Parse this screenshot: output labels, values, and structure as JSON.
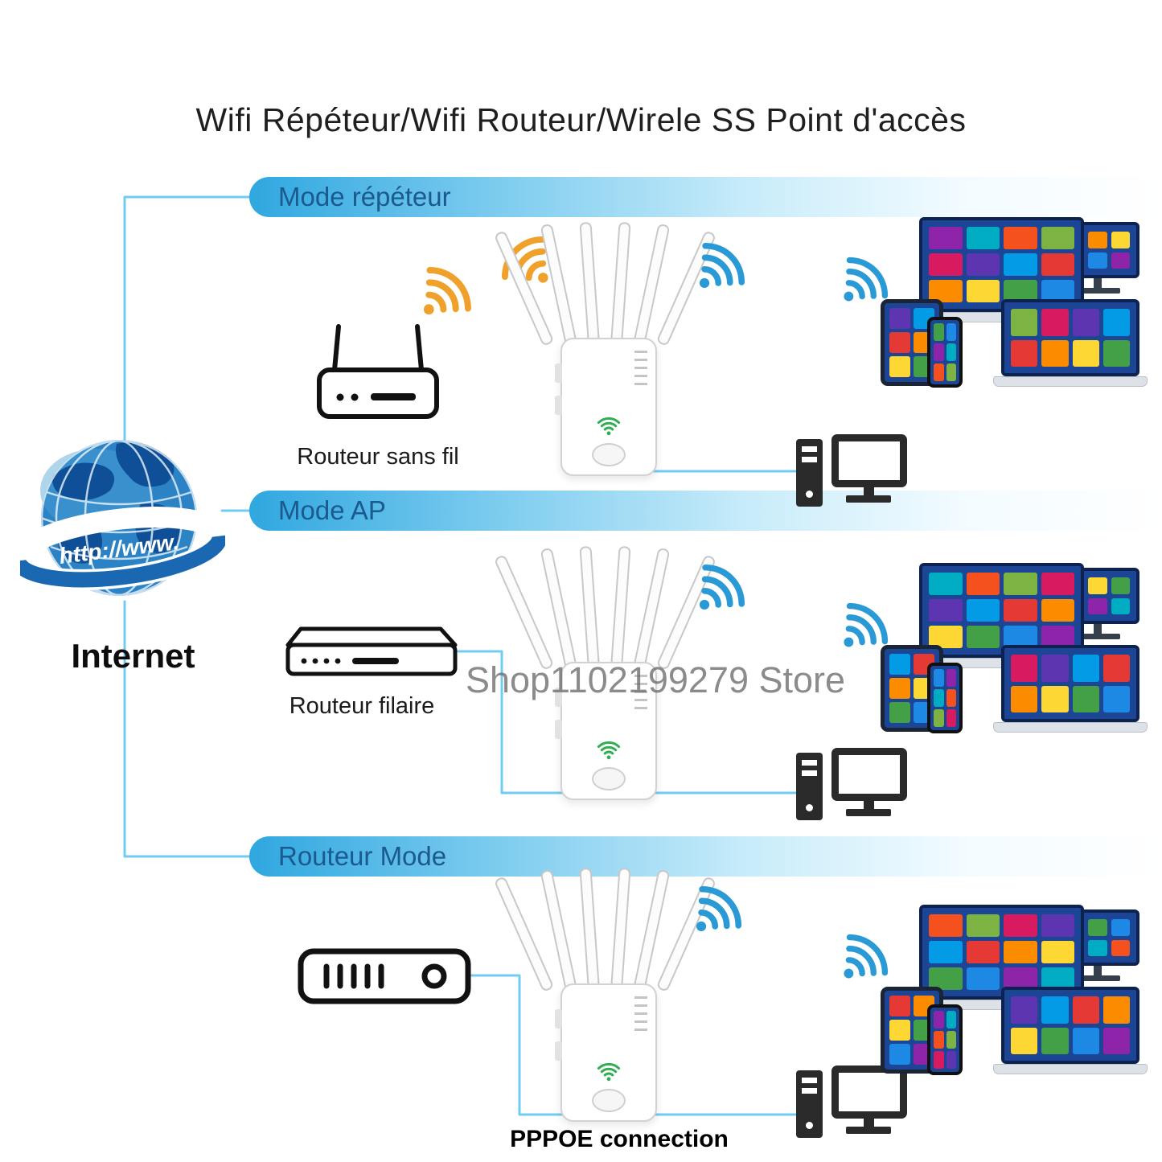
{
  "title": "Wifi Répéteur/Wifi Routeur/Wirele SS Point d'accès",
  "watermark": "Shop1102199279 Store",
  "internet": {
    "label": "Internet",
    "globe_banner": "http://www."
  },
  "modes": {
    "repeater": {
      "banner": "Mode répéteur",
      "source_label": "Routeur sans fil"
    },
    "ap": {
      "banner": "Mode AP",
      "source_label": "Routeur filaire"
    },
    "router": {
      "banner": "Routeur Mode",
      "source_label": "PPPOE connection"
    }
  },
  "colors": {
    "connection_line": "#70cdf1",
    "banner_blue": "#2fa7e0",
    "banner_text": "#1b5a8e",
    "wifi_orange": "#f0a12c",
    "wifi_blue": "#2a9ad6",
    "wifi_green": "#2fae52",
    "screen_blue": "#1d4596",
    "globe_blue": "#2b82c4",
    "tile_palette": [
      "#e53935",
      "#fb8c00",
      "#fdd835",
      "#43a047",
      "#1e88e5",
      "#8e24aa",
      "#00acc1",
      "#f4511e",
      "#7cb342",
      "#d81b60",
      "#5e35b1",
      "#039be5"
    ]
  }
}
